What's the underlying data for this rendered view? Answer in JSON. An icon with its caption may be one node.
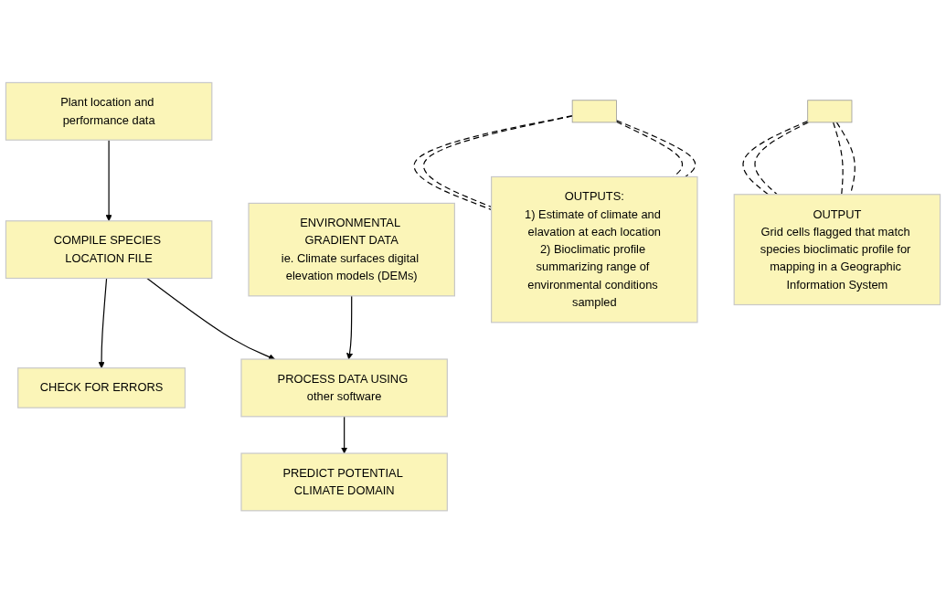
{
  "diagram": {
    "nodes": [
      {
        "text": [
          "Plant location and performance data"
        ]
      },
      {
        "text": [
          "COMPILE SPECIES LOCATION FILE"
        ]
      },
      {
        "text": [
          "CHECK FOR ERRORS"
        ]
      },
      {
        "text": [
          "ENVIRONMENTAL GRADIENT DATA",
          "ie. Climate surfaces digital elevation models (DEMs)"
        ]
      },
      {
        "text": [
          "PROCESS DATA USING other software"
        ]
      },
      {
        "text": [],
        "shape": "box"
      },
      {
        "text": [
          "OUTPUTS:",
          "1) Estimate of climate and elavation at each location",
          "2) Bioclimatic profile summarizing range of environmental conditions sampled"
        ]
      },
      {
        "text": [
          "PREDICT POTENTIAL CLIMATE DOMAIN"
        ]
      },
      {
        "text": [],
        "shape": "box"
      },
      {
        "text": [
          "OUTPUT",
          "Grid cells flagged that match species bioclimatic profile for mapping in a Geographic Information System"
        ]
      }
    ],
    "edges": [
      {
        "from": 0,
        "to": 1,
        "arrow": "to"
      },
      {
        "from": 1,
        "to": 2,
        "arrow": "to"
      },
      {
        "from": 1,
        "to": 4,
        "arrow": "to"
      },
      {
        "from": 3,
        "to": 4,
        "arrow": "to"
      },
      {
        "from": 4,
        "to": 7,
        "arrow": "to"
      },
      {
        "from": 5,
        "to": 6,
        "arrow": "none",
        "style": "dashed"
      },
      {
        "from": 5,
        "to": 6,
        "arrow": "none",
        "style": "dashed"
      },
      {
        "from": 5,
        "to": 6,
        "arrow": "none",
        "style": "dashed"
      },
      {
        "from": 5,
        "to": 6,
        "arrow": "none",
        "style": "dashed"
      },
      {
        "from": 8,
        "to": 9,
        "arrow": "none",
        "style": "dashed"
      },
      {
        "from": 8,
        "to": 9,
        "arrow": "none",
        "style": "dashed"
      },
      {
        "from": 8,
        "to": 9,
        "arrow": "none",
        "style": "dashed"
      },
      {
        "from": 8,
        "to": 9,
        "arrow": "none",
        "style": "dashed"
      }
    ]
  }
}
